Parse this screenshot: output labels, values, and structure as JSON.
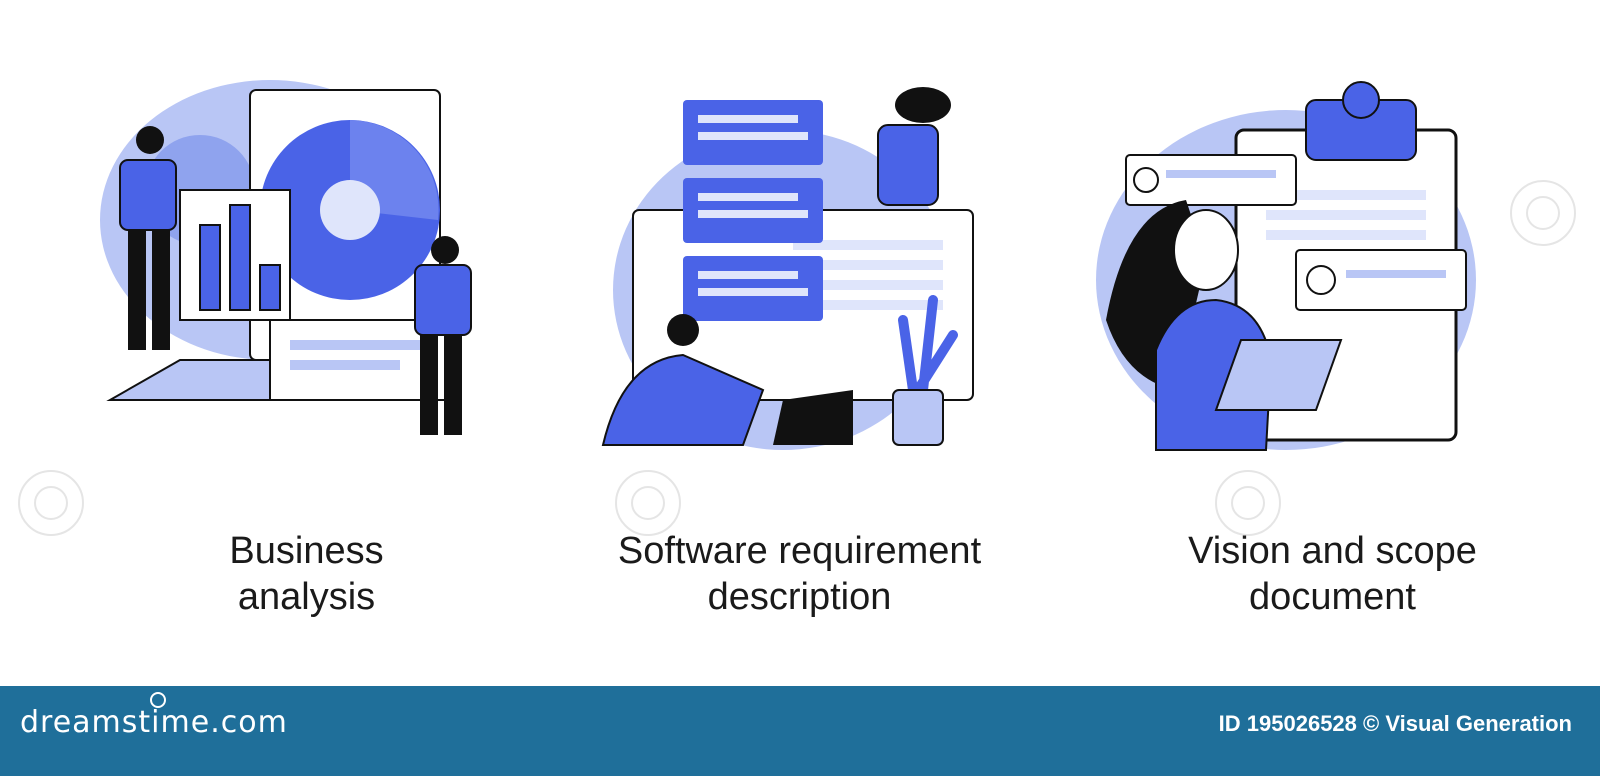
{
  "panels": [
    {
      "line1": "Business",
      "line2": "analysis",
      "illustration": "business-analysis-illustration"
    },
    {
      "line1": "Software requirement",
      "line2": "description",
      "illustration": "software-requirement-illustration"
    },
    {
      "line1": "Vision and scope",
      "line2": "document",
      "illustration": "vision-scope-illustration"
    }
  ],
  "footer": {
    "brand": "dreamstime.com",
    "credit": "ID 195026528 © Visual Generation"
  },
  "colors": {
    "primary": "#4a63e7",
    "light": "#b9c6f5",
    "dark": "#111111",
    "footer": "#1f6f9a"
  }
}
